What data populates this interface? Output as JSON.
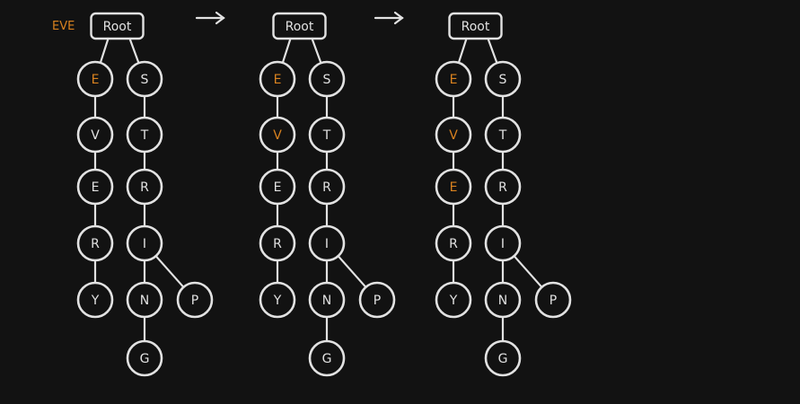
{
  "query": "EVE",
  "colors": {
    "background": "#121212",
    "stroke": "#e2e2e2",
    "highlight": "#d9821f"
  },
  "trees": [
    {
      "root": "Root",
      "branches": [
        {
          "letters": [
            "E",
            "V",
            "E",
            "R",
            "Y"
          ]
        },
        {
          "letters": [
            "S",
            "T",
            "R",
            "I",
            "N",
            "G"
          ],
          "fork": {
            "at": 3,
            "letter": "P"
          }
        }
      ],
      "highlighted": [
        [
          0,
          0
        ]
      ]
    },
    {
      "root": "Root",
      "branches": [
        {
          "letters": [
            "E",
            "V",
            "E",
            "R",
            "Y"
          ]
        },
        {
          "letters": [
            "S",
            "T",
            "R",
            "I",
            "N",
            "G"
          ],
          "fork": {
            "at": 3,
            "letter": "P"
          }
        }
      ],
      "highlighted": [
        [
          0,
          0
        ],
        [
          0,
          1
        ]
      ]
    },
    {
      "root": "Root",
      "branches": [
        {
          "letters": [
            "E",
            "V",
            "E",
            "R",
            "Y"
          ]
        },
        {
          "letters": [
            "S",
            "T",
            "R",
            "I",
            "N",
            "G"
          ],
          "fork": {
            "at": 3,
            "letter": "P"
          }
        }
      ],
      "highlighted": [
        [
          0,
          0
        ],
        [
          0,
          1
        ],
        [
          0,
          2
        ]
      ]
    }
  ],
  "step_arrows": [
    {
      "icon": "arrow-right-icon"
    },
    {
      "icon": "arrow-right-icon"
    }
  ]
}
